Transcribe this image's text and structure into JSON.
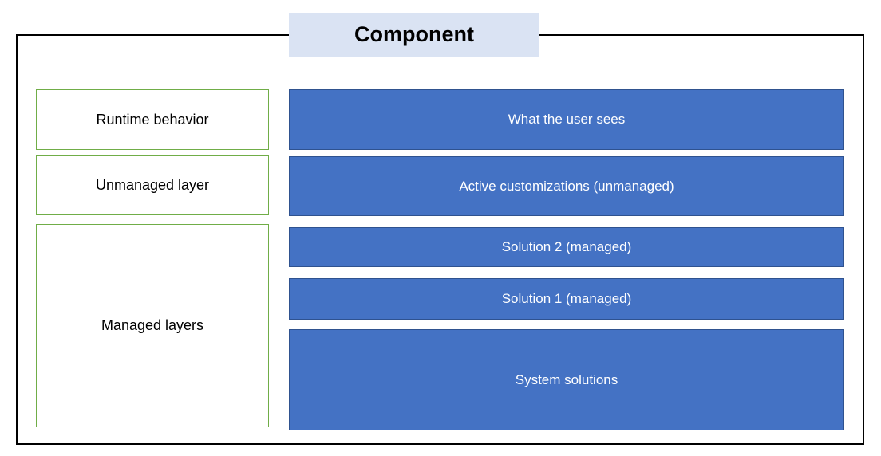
{
  "diagram": {
    "title": "Component",
    "left_labels": [
      {
        "label": "Runtime behavior"
      },
      {
        "label": "Unmanaged layer"
      },
      {
        "label": "Managed layers"
      }
    ],
    "layers": [
      {
        "label": "What the user sees"
      },
      {
        "label": "Active customizations (unmanaged)"
      },
      {
        "label": "Solution 2 (managed)"
      },
      {
        "label": "Solution 1 (managed)"
      },
      {
        "label": "System solutions"
      }
    ],
    "colors": {
      "layer_fill": "#4472c4",
      "layer_border": "#2f528f",
      "layer_text": "#ffffff",
      "label_border": "#70ad47",
      "label_text": "#000000",
      "title_bg": "#dae3f3",
      "outer_border": "#000000"
    }
  }
}
